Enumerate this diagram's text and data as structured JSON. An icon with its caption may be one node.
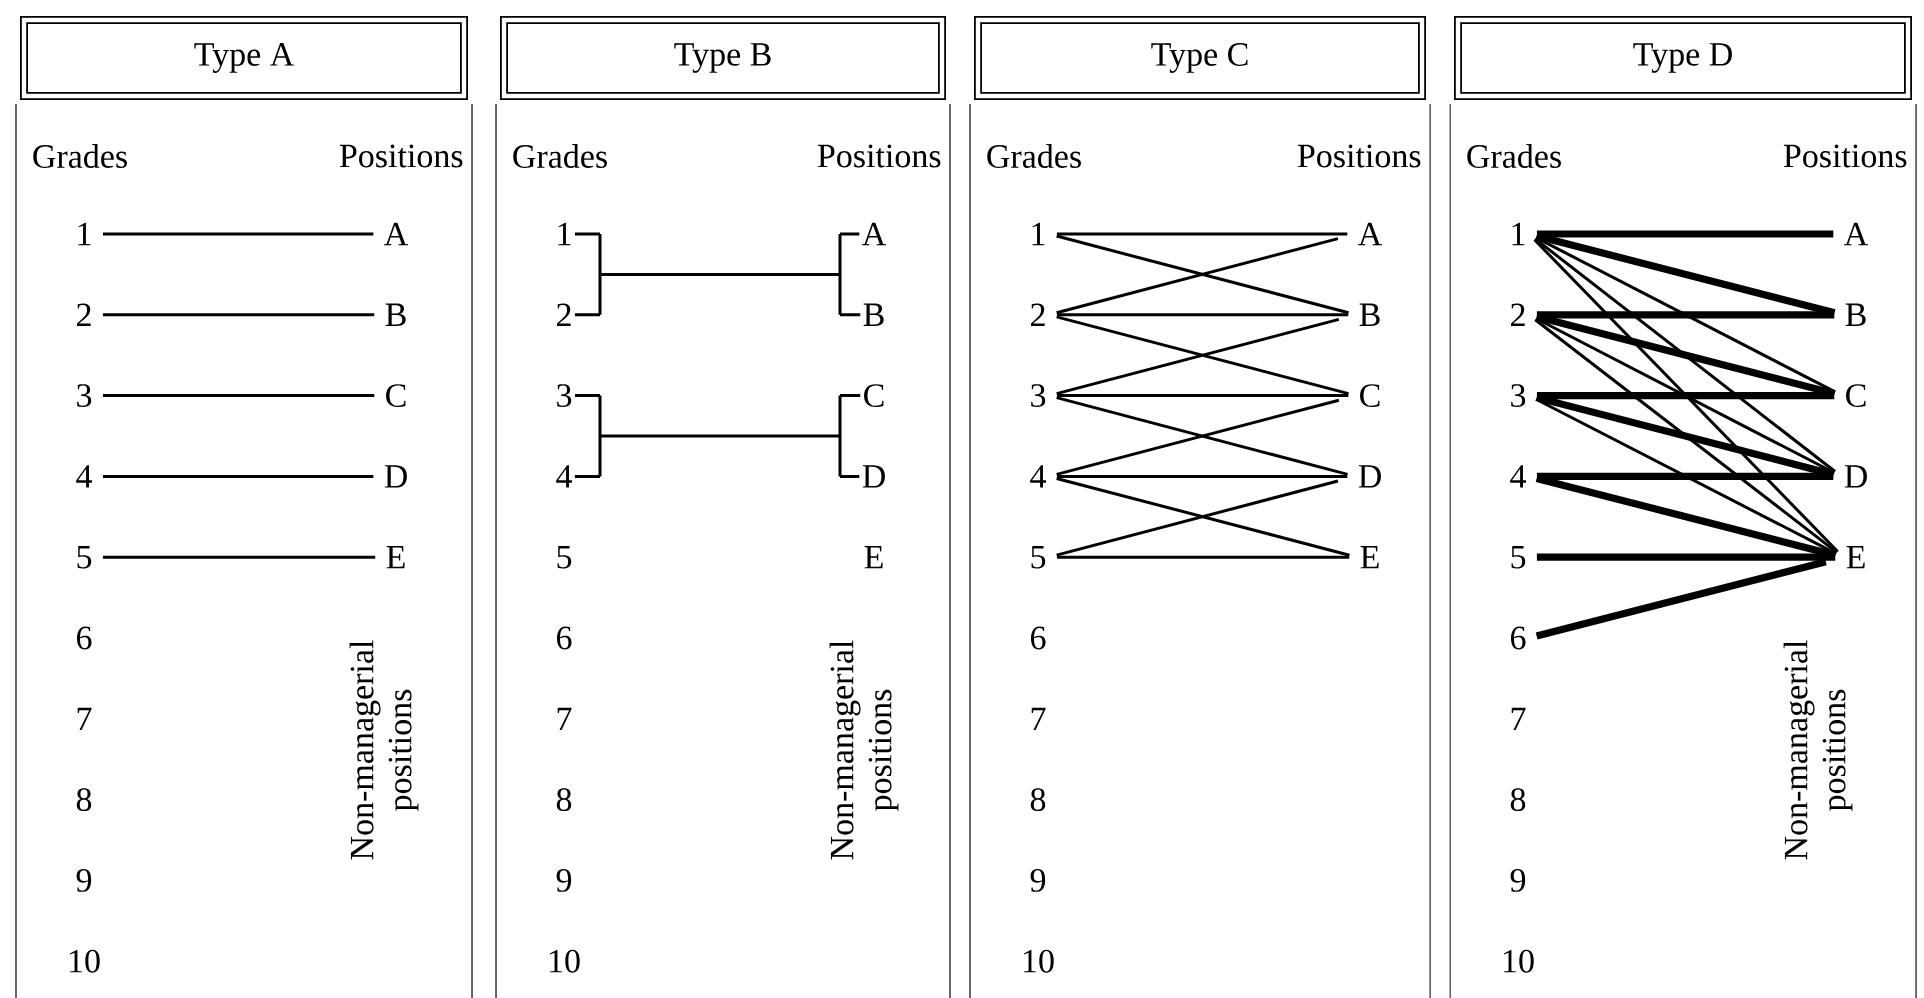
{
  "diagram": {
    "nodes": [
      {
        "text": [
          "Type A"
        ]
      },
      {
        "text": [
          "1"
        ]
      },
      {
        "text": [
          "A"
        ]
      },
      {
        "text": [
          "2"
        ]
      },
      {
        "text": [
          "B"
        ]
      },
      {
        "text": [
          "3"
        ]
      },
      {
        "text": [
          "C"
        ]
      },
      {
        "text": [
          "4"
        ]
      },
      {
        "text": [
          "D"
        ]
      },
      {
        "text": [
          "5"
        ]
      },
      {
        "text": [
          "E"
        ]
      },
      {
        "text": [
          "Type B"
        ]
      },
      {
        "text": [
          "1"
        ]
      },
      {
        "text": [
          "A"
        ]
      },
      {
        "text": [
          "2"
        ]
      },
      {
        "text": [
          "B"
        ]
      },
      {
        "text": [
          "3"
        ]
      },
      {
        "text": [
          "C"
        ]
      },
      {
        "text": [
          "4"
        ]
      },
      {
        "text": [
          "D"
        ]
      },
      {
        "text": [
          "Type C"
        ]
      },
      {
        "text": [
          "1"
        ]
      },
      {
        "text": [
          "A"
        ]
      },
      {
        "text": [
          "2"
        ]
      },
      {
        "text": [
          "B"
        ]
      },
      {
        "text": [
          "3"
        ]
      },
      {
        "text": [
          "C"
        ]
      },
      {
        "text": [
          "4"
        ]
      },
      {
        "text": [
          "D"
        ]
      },
      {
        "text": [
          "5"
        ]
      },
      {
        "text": [
          "E"
        ]
      },
      {
        "text": [
          "Type D"
        ]
      },
      {
        "text": [
          "1"
        ]
      },
      {
        "text": [
          "A"
        ]
      },
      {
        "text": [
          "2"
        ]
      },
      {
        "text": [
          "B"
        ]
      },
      {
        "text": [
          "3"
        ]
      },
      {
        "text": [
          "C"
        ]
      },
      {
        "text": [
          "4"
        ]
      },
      {
        "text": [
          "D"
        ]
      },
      {
        "text": [
          "5"
        ]
      },
      {
        "text": [
          "E"
        ]
      },
      {
        "text": [
          "6"
        ]
      }
    ],
    "edges": [
      {
        "from": 1,
        "to": 2,
        "arrow": "none"
      },
      {
        "from": 3,
        "to": 4,
        "arrow": "none"
      },
      {
        "from": 5,
        "to": 6,
        "arrow": "none"
      },
      {
        "from": 7,
        "to": 8,
        "arrow": "none"
      },
      {
        "from": 9,
        "to": 10,
        "arrow": "none"
      },
      {
        "from": 12,
        "to": 13,
        "arrow": "none"
      },
      {
        "from": 12,
        "to": 15,
        "arrow": "none"
      },
      {
        "from": 14,
        "to": 13,
        "arrow": "none"
      },
      {
        "from": 14,
        "to": 15,
        "arrow": "none"
      },
      {
        "from": 16,
        "to": 17,
        "arrow": "none"
      },
      {
        "from": 16,
        "to": 19,
        "arrow": "none"
      },
      {
        "from": 18,
        "to": 17,
        "arrow": "none"
      },
      {
        "from": 18,
        "to": 19,
        "arrow": "none"
      },
      {
        "from": 21,
        "to": 22,
        "arrow": "none"
      },
      {
        "from": 23,
        "to": 24,
        "arrow": "none"
      },
      {
        "from": 25,
        "to": 26,
        "arrow": "none"
      },
      {
        "from": 27,
        "to": 28,
        "arrow": "none"
      },
      {
        "from": 29,
        "to": 30,
        "arrow": "none"
      },
      {
        "from": 21,
        "to": 24,
        "arrow": "none"
      },
      {
        "from": 23,
        "to": 22,
        "arrow": "none"
      },
      {
        "from": 23,
        "to": 26,
        "arrow": "none"
      },
      {
        "from": 25,
        "to": 24,
        "arrow": "none"
      },
      {
        "from": 25,
        "to": 28,
        "arrow": "none"
      },
      {
        "from": 27,
        "to": 26,
        "arrow": "none"
      },
      {
        "from": 27,
        "to": 30,
        "arrow": "none"
      },
      {
        "from": 29,
        "to": 28,
        "arrow": "none"
      },
      {
        "from": 32,
        "to": 33,
        "arrow": "none",
        "style": "thick"
      },
      {
        "from": 32,
        "to": 35,
        "arrow": "none",
        "style": "thick"
      },
      {
        "from": 34,
        "to": 35,
        "arrow": "none",
        "style": "thick"
      },
      {
        "from": 34,
        "to": 37,
        "arrow": "none",
        "style": "thick"
      },
      {
        "from": 36,
        "to": 37,
        "arrow": "none",
        "style": "thick"
      },
      {
        "from": 36,
        "to": 39,
        "arrow": "none",
        "style": "thick"
      },
      {
        "from": 38,
        "to": 39,
        "arrow": "none",
        "style": "thick"
      },
      {
        "from": 38,
        "to": 41,
        "arrow": "none",
        "style": "thick"
      },
      {
        "from": 40,
        "to": 41,
        "arrow": "none",
        "style": "thick"
      },
      {
        "from": 42,
        "to": 41,
        "arrow": "none",
        "style": "thick"
      },
      {
        "from": 32,
        "to": 37,
        "arrow": "none"
      },
      {
        "from": 32,
        "to": 39,
        "arrow": "none"
      },
      {
        "from": 32,
        "to": 41,
        "arrow": "none"
      },
      {
        "from": 34,
        "to": 39,
        "arrow": "none"
      },
      {
        "from": 34,
        "to": 41,
        "arrow": "none"
      },
      {
        "from": 36,
        "to": 41,
        "arrow": "none"
      }
    ],
    "labels": [
      "Grades",
      "Positions",
      "6",
      "7",
      "8",
      "9",
      "10",
      "Non-managerial positions",
      "Grades",
      "Positions",
      "5",
      "E",
      "6",
      "7",
      "8",
      "9",
      "10",
      "Non-managerial positions",
      "Grades",
      "Positions",
      "6",
      "7",
      "8",
      "9",
      "10",
      "Grades",
      "Positions",
      "7",
      "8",
      "9",
      "10",
      "Non-managerial positions"
    ]
  }
}
